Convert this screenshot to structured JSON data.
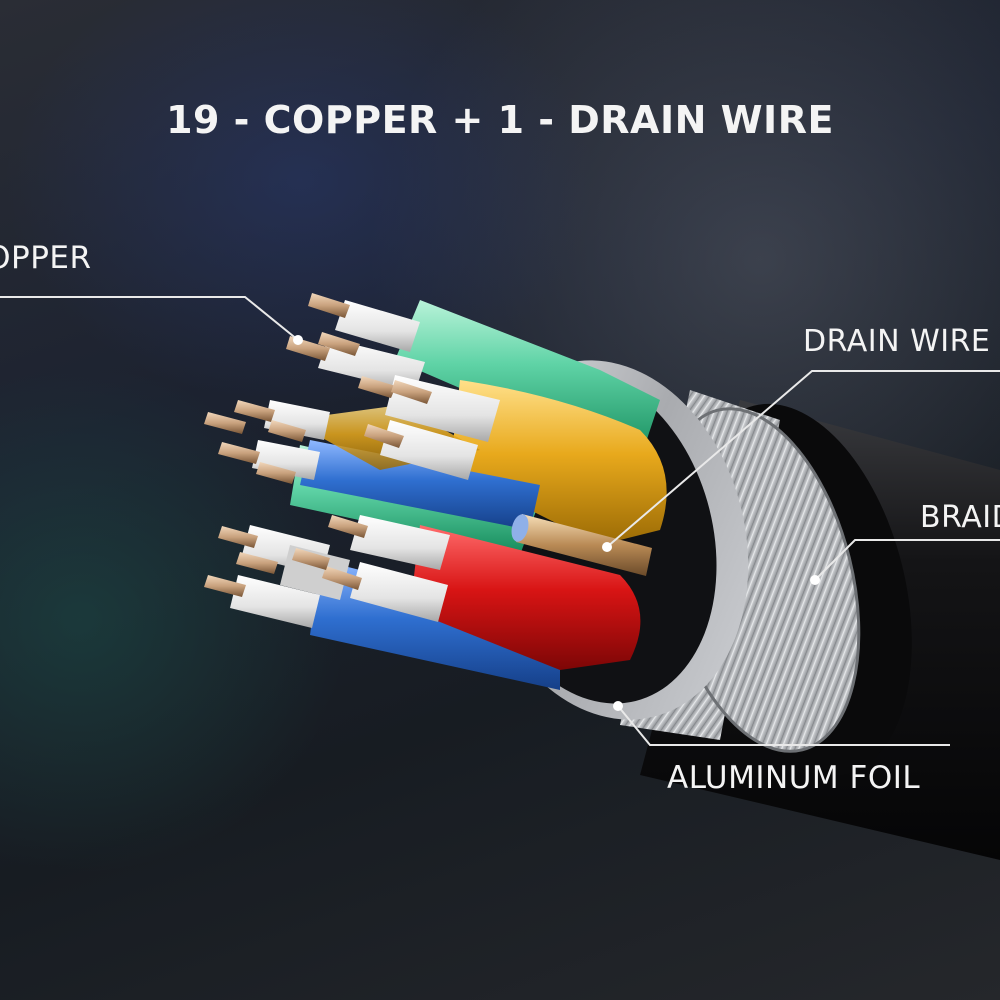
{
  "title": "19 - COPPER  +  1 - DRAIN WIRE",
  "labels": {
    "copper": "COPPER",
    "drain_wire": "DRAIN WIRE",
    "braid": "BRAID",
    "aluminum_foil": "ALUMINUM FOIL"
  },
  "colors": {
    "jacket": "#0d0d0f",
    "braid": "#b9bcc0",
    "foil": "#c9cbcf",
    "conductor_green": "#5fd3a6",
    "conductor_yellow": "#e8a91c",
    "conductor_blue": "#2f6fd0",
    "conductor_red": "#d81414",
    "copper": "#c9a27e",
    "leader_line": "#e9e9e9"
  }
}
